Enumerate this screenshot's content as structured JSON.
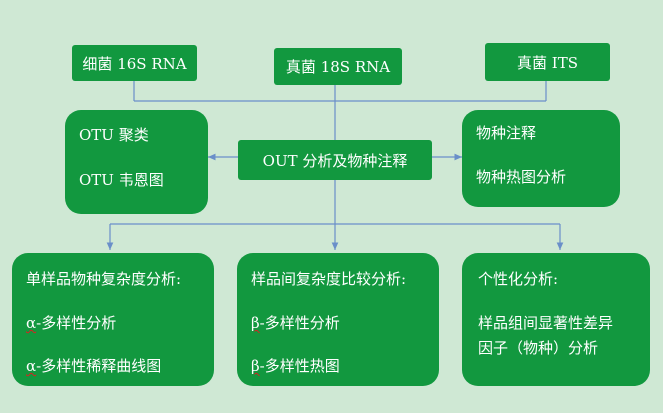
{
  "sources": {
    "bacteria": "细菌 16S RNA",
    "fungi_18s": "真菌 18S RNA",
    "fungi_its": "真菌 ITS"
  },
  "center": {
    "label": "OUT 分析及物种注释"
  },
  "otu_box": {
    "item1": "OTU 聚类",
    "item2": "OTU 韦恩图"
  },
  "annotation_box": {
    "item1": "物种注释",
    "item2": "物种热图分析"
  },
  "single_sample_box": {
    "title": "单样品物种复杂度分析:",
    "item1_prefix": "α",
    "item1_text": "-多样性分析",
    "item2_prefix": "α",
    "item2_text": "-多样性稀释曲线图"
  },
  "between_sample_box": {
    "title": "样品间复杂度比较分析:",
    "item1_prefix": "β",
    "item1_text": "-多样性分析",
    "item2_prefix": "β",
    "item2_text": "-多样性热图"
  },
  "personalized_box": {
    "title": "个性化分析:",
    "line1": "样品组间显著性差异",
    "line2": "因子（物种）分析"
  },
  "colors": {
    "background": "#cfe8d4",
    "box": "#12983f",
    "connector": "#6a8fc9",
    "text": "#ffffff"
  }
}
